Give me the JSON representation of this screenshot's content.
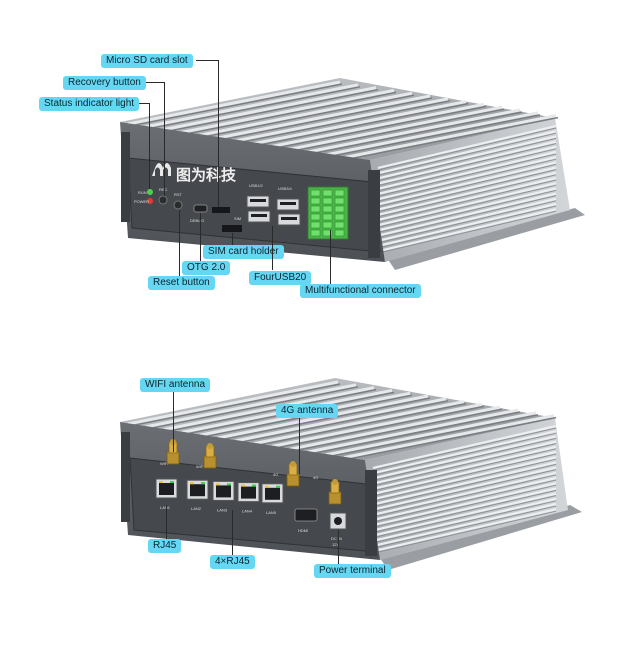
{
  "front_view": {
    "brand_text": "图为科技",
    "ports": [
      {
        "id": "run",
        "text": "RUN"
      },
      {
        "id": "power",
        "text": "POWER"
      },
      {
        "id": "rec",
        "text": "REC"
      },
      {
        "id": "rst",
        "text": "RST"
      },
      {
        "id": "debug",
        "text": "DEBUG"
      },
      {
        "id": "usb12",
        "text": "USB1/2"
      },
      {
        "id": "usb34",
        "text": "USB3/4"
      },
      {
        "id": "sim",
        "text": "SIM"
      }
    ],
    "callouts": [
      {
        "id": "micro-sd",
        "text": "Micro SD card slot"
      },
      {
        "id": "recovery",
        "text": "Recovery button"
      },
      {
        "id": "status-light",
        "text": "Status indicator light"
      },
      {
        "id": "sim-holder",
        "text": "SIM card holder"
      },
      {
        "id": "otg",
        "text": "OTG 2.0"
      },
      {
        "id": "four-usb",
        "text": "FourUSB20"
      },
      {
        "id": "reset",
        "text": "Reset button"
      },
      {
        "id": "multi-connector",
        "text": "Multifunctional connector"
      }
    ]
  },
  "rear_view": {
    "ports": [
      {
        "id": "wifi-a",
        "text": "WIFI"
      },
      {
        "id": "wifi-b",
        "text": "WIFI"
      },
      {
        "id": "lan1",
        "text": "LAN1"
      },
      {
        "id": "lan2",
        "text": "LAN2"
      },
      {
        "id": "lan3",
        "text": "LAN3"
      },
      {
        "id": "lan4",
        "text": "LAN4"
      },
      {
        "id": "lan5",
        "text": "LAN5"
      },
      {
        "id": "hdmi",
        "text": "HDMI"
      },
      {
        "id": "4g-a",
        "text": "4G"
      },
      {
        "id": "4g-b",
        "text": "4G"
      },
      {
        "id": "dcin",
        "text": "DC IN"
      },
      {
        "id": "v12",
        "text": "12V"
      }
    ],
    "callouts": [
      {
        "id": "wifi-antenna",
        "text": "WIFI antenna"
      },
      {
        "id": "4g-antenna",
        "text": "4G antenna"
      },
      {
        "id": "rj45",
        "text": "RJ45"
      },
      {
        "id": "4x-rj45",
        "text": "4×RJ45"
      },
      {
        "id": "power-terminal",
        "text": "Power terminal"
      }
    ]
  },
  "colors": {
    "callout_bg": "#66d7f2",
    "chassis": "#8d9196",
    "fins": "#b9bdc2",
    "panel": "#3f4246",
    "terminal": "#5cc95a"
  }
}
